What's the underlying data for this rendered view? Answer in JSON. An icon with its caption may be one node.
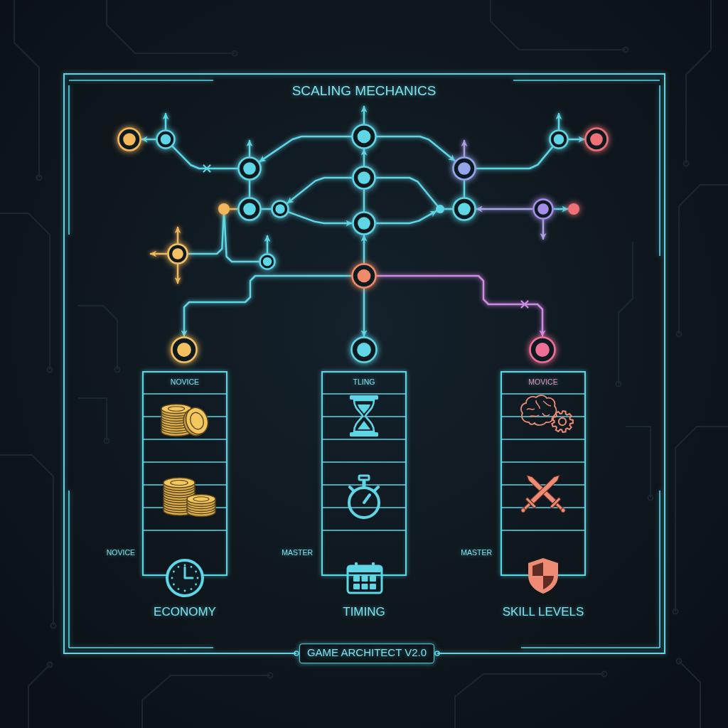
{
  "diagram": {
    "title": "SCALING MECHANICS",
    "nodes": [
      {
        "text": [],
        "shape": "circle"
      },
      {
        "text": [],
        "shape": "circle"
      },
      {
        "text": [],
        "shape": "circle"
      },
      {
        "text": [],
        "shape": "circle"
      },
      {
        "text": [],
        "shape": "circle"
      },
      {
        "text": [],
        "shape": "circle"
      },
      {
        "text": [],
        "shape": "circle"
      },
      {
        "text": [],
        "shape": "circle"
      },
      {
        "text": [],
        "shape": "circle"
      },
      {
        "text": [],
        "shape": "circle"
      },
      {
        "text": [],
        "shape": "circle"
      },
      {
        "text": [],
        "shape": "circle"
      },
      {
        "text": [],
        "shape": "circle"
      },
      {
        "text": [],
        "shape": "circle"
      },
      {
        "text": [],
        "shape": "circle"
      },
      {
        "text": [],
        "shape": "circle"
      },
      {
        "text": [],
        "shape": "circle"
      },
      {
        "text": [],
        "shape": "circle"
      },
      {
        "text": [],
        "shape": "circle"
      },
      {
        "text": [],
        "shape": "circle"
      },
      {
        "text": [],
        "shape": "circle"
      },
      {
        "text": [],
        "shape": "circle"
      },
      {
        "text": [
          "NOVICE"
        ],
        "beside": [
          "NOVICE",
          "ECONOMY"
        ]
      },
      {
        "text": [
          "TLING"
        ],
        "beside": [
          "MASTER",
          "TIMING"
        ]
      },
      {
        "text": [
          "MOVICE"
        ],
        "beside": [
          "MASTER",
          "SKILL LEVELS"
        ]
      }
    ],
    "edges": [
      {
        "from": 1,
        "to": 0,
        "arrow": "to"
      },
      {
        "from": 1,
        "to": 5,
        "arrow": "none"
      },
      {
        "from": 2,
        "to": 5,
        "arrow": "to"
      },
      {
        "from": 2,
        "to": 7,
        "arrow": "to"
      },
      {
        "from": 6,
        "to": 2,
        "arrow": "to"
      },
      {
        "from": 6,
        "to": 11,
        "arrow": "none"
      },
      {
        "from": 18,
        "to": 11,
        "arrow": "to"
      },
      {
        "from": 5,
        "to": 9,
        "arrow": "none"
      },
      {
        "from": 8,
        "to": 9,
        "arrow": "none",
        "color": "#f2b65c"
      },
      {
        "from": 9,
        "to": 10,
        "arrow": "none"
      },
      {
        "from": 6,
        "to": 10,
        "arrow": "to"
      },
      {
        "from": 10,
        "to": 11,
        "arrow": "to"
      },
      {
        "from": 6,
        "to": 12,
        "arrow": "none"
      },
      {
        "from": 11,
        "to": 12,
        "arrow": "to"
      },
      {
        "from": 12,
        "to": 13,
        "arrow": "none"
      },
      {
        "from": 7,
        "to": 3,
        "arrow": "none"
      },
      {
        "from": 7,
        "to": 13,
        "arrow": "none"
      },
      {
        "from": 14,
        "to": 13,
        "arrow": "to",
        "color": "#aaa6ea"
      },
      {
        "from": 14,
        "to": 15,
        "arrow": "to"
      },
      {
        "from": 3,
        "to": 4,
        "arrow": "to"
      },
      {
        "from": 8,
        "to": 16,
        "arrow": "none"
      },
      {
        "from": 8,
        "to": 17,
        "arrow": "none"
      },
      {
        "from": 18,
        "to": 19,
        "arrow": "to"
      },
      {
        "from": 18,
        "to": 20,
        "arrow": "to"
      },
      {
        "from": 18,
        "to": 21,
        "arrow": "to",
        "color": "#d38ae6"
      },
      {
        "from": 1,
        "to": null,
        "arrow": "to"
      },
      {
        "from": 5,
        "to": null,
        "arrow": "to"
      },
      {
        "from": 2,
        "to": null,
        "arrow": "to"
      },
      {
        "from": 3,
        "to": null,
        "arrow": "to"
      },
      {
        "from": 7,
        "to": null,
        "arrow": "to",
        "color": "#b09ee8"
      },
      {
        "from": 17,
        "to": null,
        "arrow": "to"
      },
      {
        "from": 16,
        "to": null,
        "arrow": "to",
        "color": "#f2b65c"
      },
      {
        "from": 16,
        "to": null,
        "arrow": "to",
        "color": "#f2b65c"
      },
      {
        "from": 16,
        "to": null,
        "arrow": "to",
        "color": "#f2b65c"
      },
      {
        "from": 14,
        "to": null,
        "arrow": "to",
        "color": "#b09ee8"
      }
    ],
    "labels": [
      "GAME ARCHITECT V2.0"
    ]
  }
}
